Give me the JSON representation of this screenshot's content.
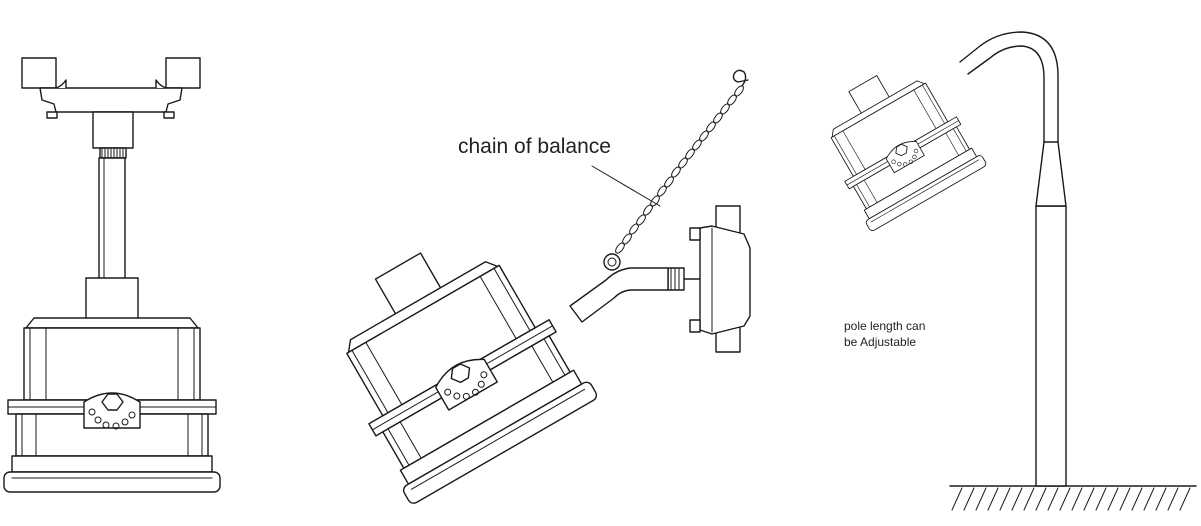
{
  "figure": {
    "labels": {
      "chain_label": "chain of balance",
      "pole_label_line1": "pole length can",
      "pole_label_line2": "be Adjustable"
    },
    "parts": {
      "left": "ceiling-mounted-lamp-with-pipe",
      "middle": "wall-bracket-lamp-with-chain",
      "right": "pole-mounted-lamp"
    },
    "line_color": "#1a1a1a",
    "background": "#ffffff"
  }
}
